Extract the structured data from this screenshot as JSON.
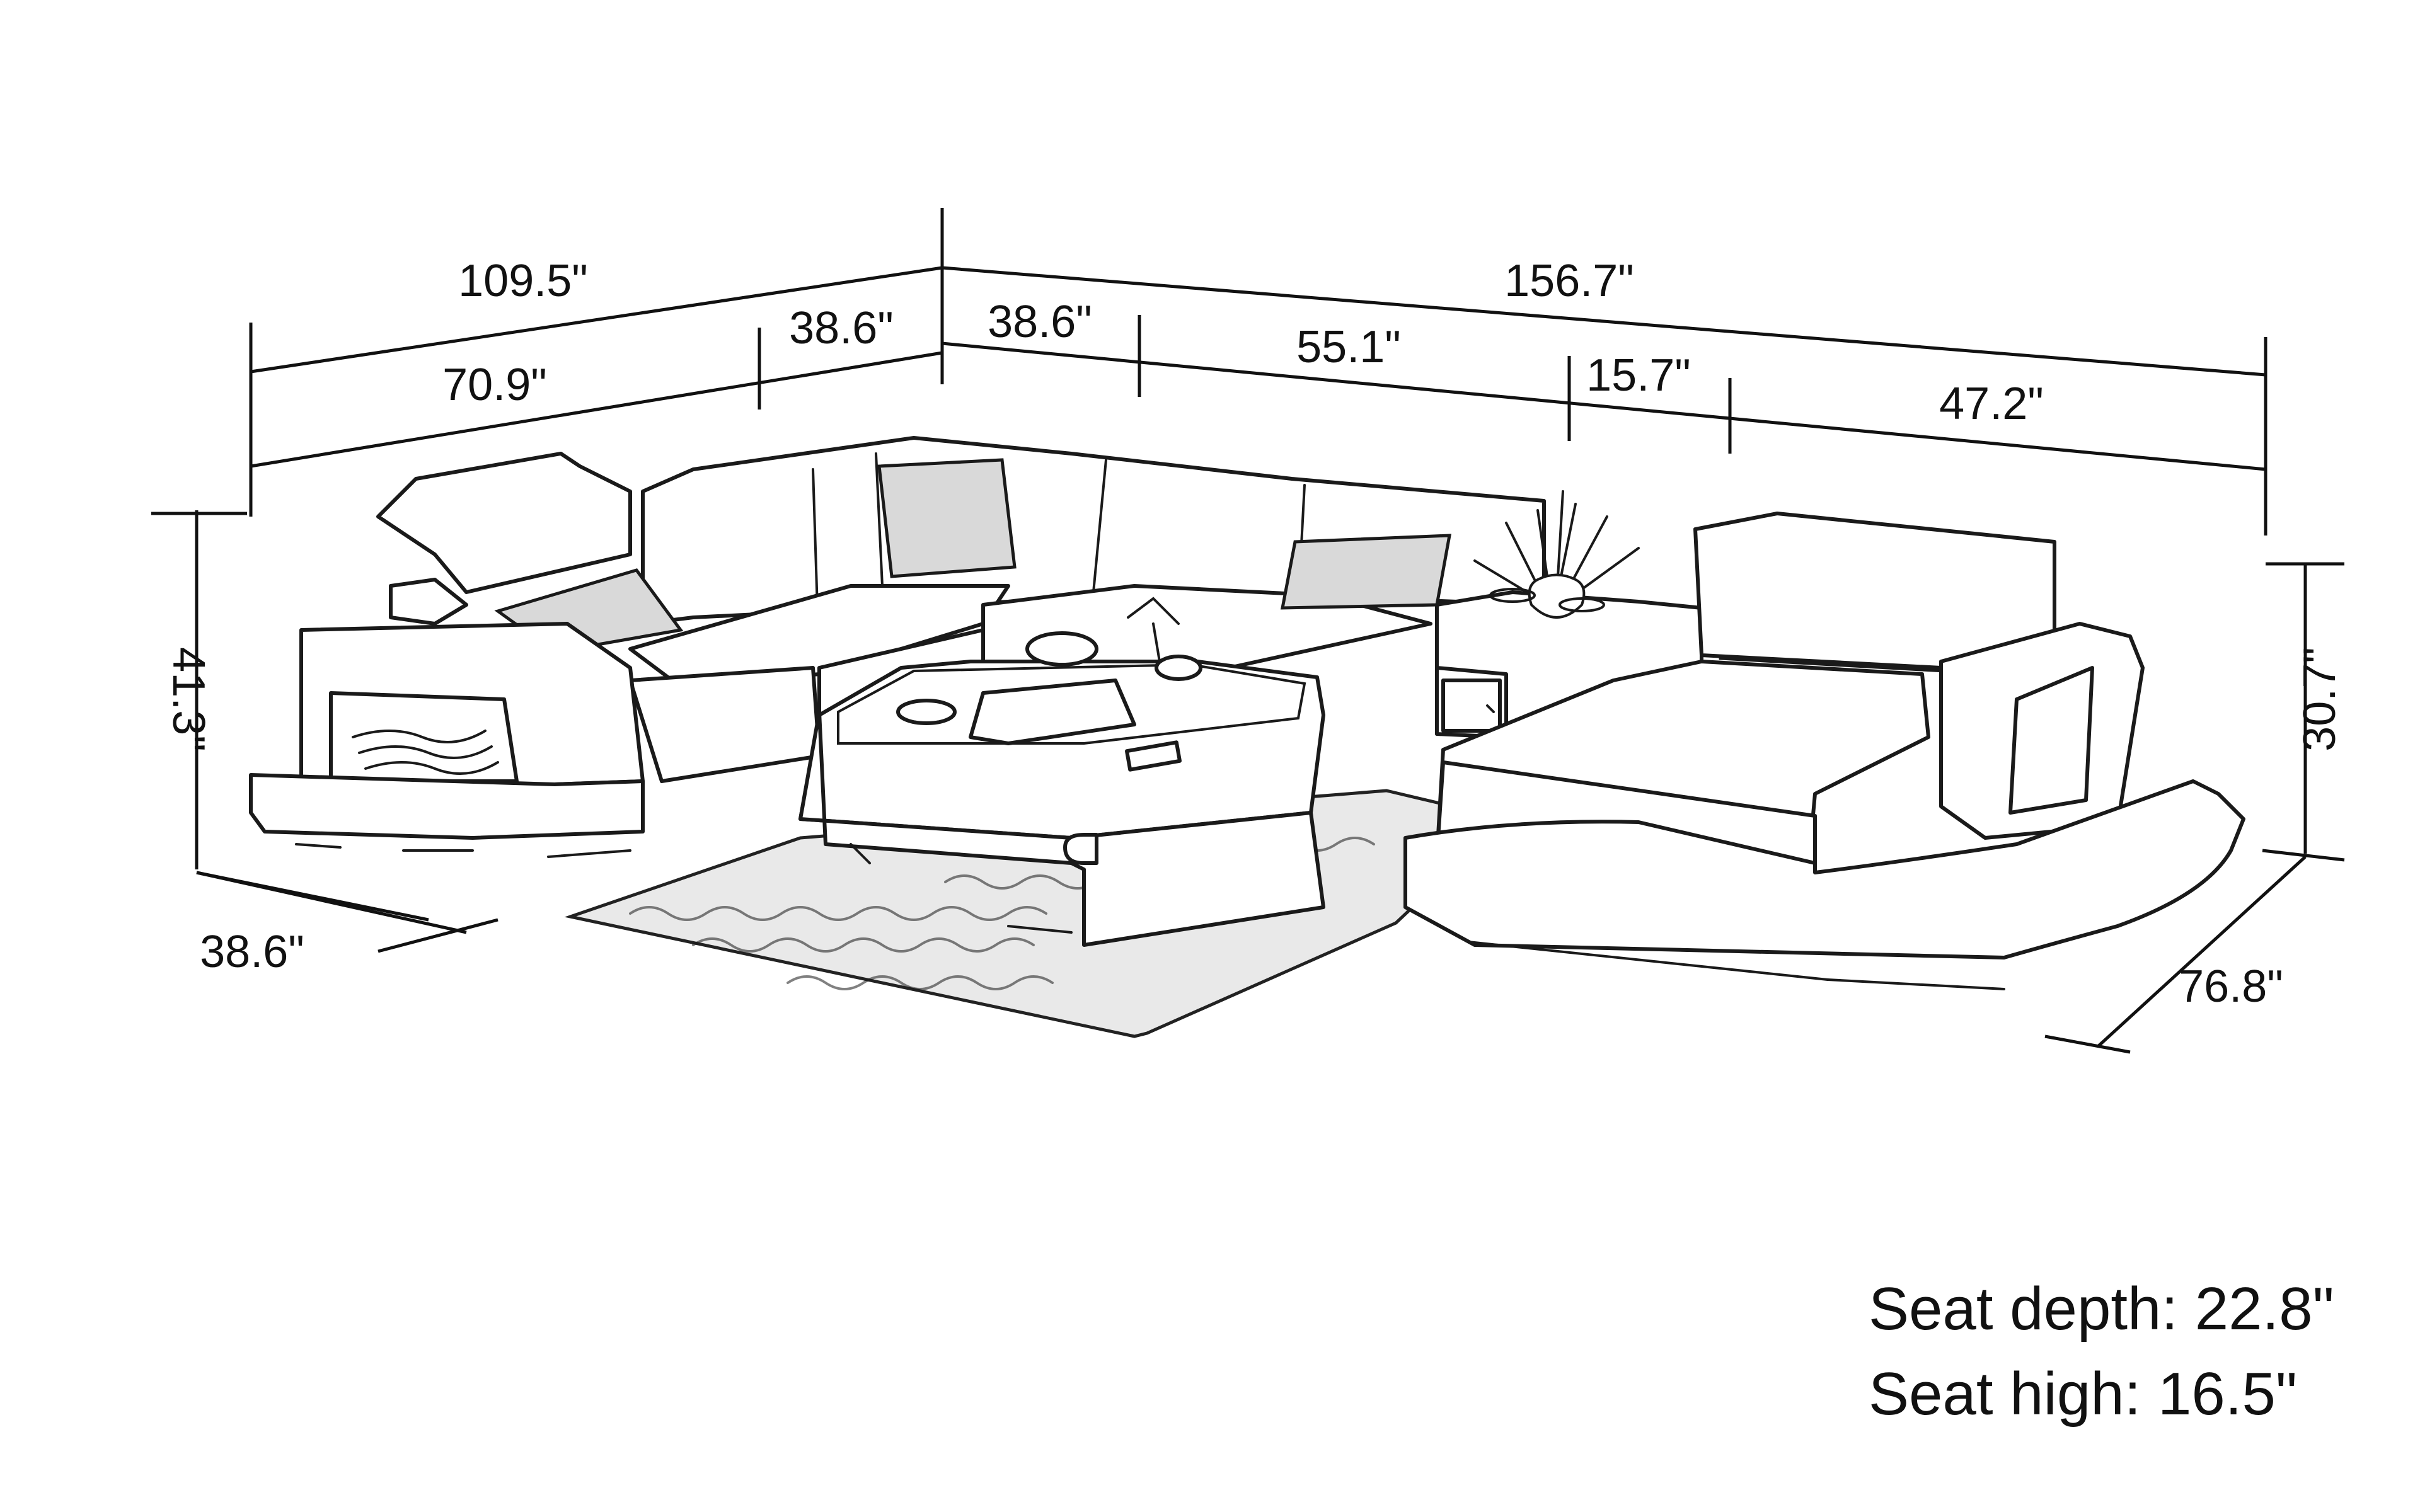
{
  "dimensions": {
    "total_left_width": "109.5\"",
    "total_right_width": "156.7\"",
    "left_section_long": "70.9\"",
    "left_corner": "38.6\"",
    "right_corner": "38.6\"",
    "right_middle": "55.1\"",
    "side_table": "15.7\"",
    "chaise_width": "47.2\"",
    "left_height": "41.3\"",
    "right_height": "30.7\"",
    "left_depth": "38.6\"",
    "chaise_depth": "76.8\""
  },
  "specs": {
    "seat_depth": "Seat depth: 22.8\"",
    "seat_high": "Seat high: 16.5\""
  }
}
